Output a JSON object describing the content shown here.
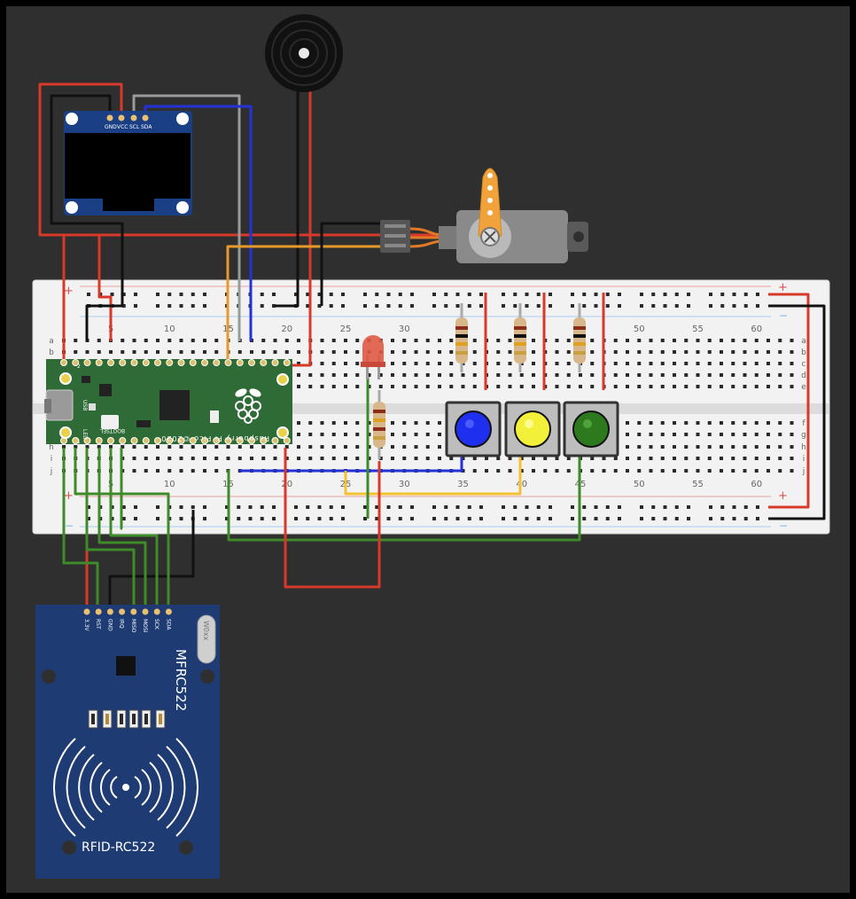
{
  "colors": {
    "background": "#2f2f2f",
    "frame": "#000000",
    "breadboard": "#f2f2f2",
    "rail_red": "#e05050",
    "rail_blue": "#7fb3e6",
    "pico_green": "#2f6b36",
    "rfid_blue": "#1f3b73",
    "oled_blue": "#1a3f85",
    "wire_red": "#d83a2a",
    "wire_black": "#111111",
    "wire_gray": "#9a9a9a",
    "wire_blue": "#2430d8",
    "wire_green": "#3f8a2a",
    "wire_yellow": "#f2c233",
    "wire_orange": "#e59a2a",
    "button_blue": "#1f2ff0",
    "button_yellow": "#f3f03a",
    "button_green": "#2d7a1e",
    "led_red": "#e05a45"
  },
  "breadboard": {
    "column_numbers": [
      "5",
      "10",
      "15",
      "20",
      "25",
      "30",
      "35",
      "40",
      "45",
      "50",
      "55",
      "60"
    ],
    "top_rows": [
      "a",
      "b",
      "c",
      "d",
      "e"
    ],
    "bottom_rows": [
      "f",
      "g",
      "h",
      "i",
      "j"
    ],
    "rail_plus": "+",
    "rail_minus": "−"
  },
  "oled": {
    "pins": [
      "GND",
      "VCC",
      "SCL",
      "SDA"
    ]
  },
  "pico": {
    "label": "Raspberry Pi Pico ©2020",
    "bootsel": "BOOTSEL",
    "usb": "USB",
    "led_label": "LED",
    "pin_1": "1",
    "pin_2": "2"
  },
  "rfid": {
    "title": "MFRC522",
    "subtitle": "RFID-RC522",
    "pins": [
      "3.3V",
      "RST",
      "GND",
      "IRQ",
      "MISO",
      "MOSI",
      "SCK",
      "SDA"
    ],
    "crystal": "W0xx"
  },
  "buttons": [
    {
      "color": "blue"
    },
    {
      "color": "yellow"
    },
    {
      "color": "green"
    }
  ]
}
